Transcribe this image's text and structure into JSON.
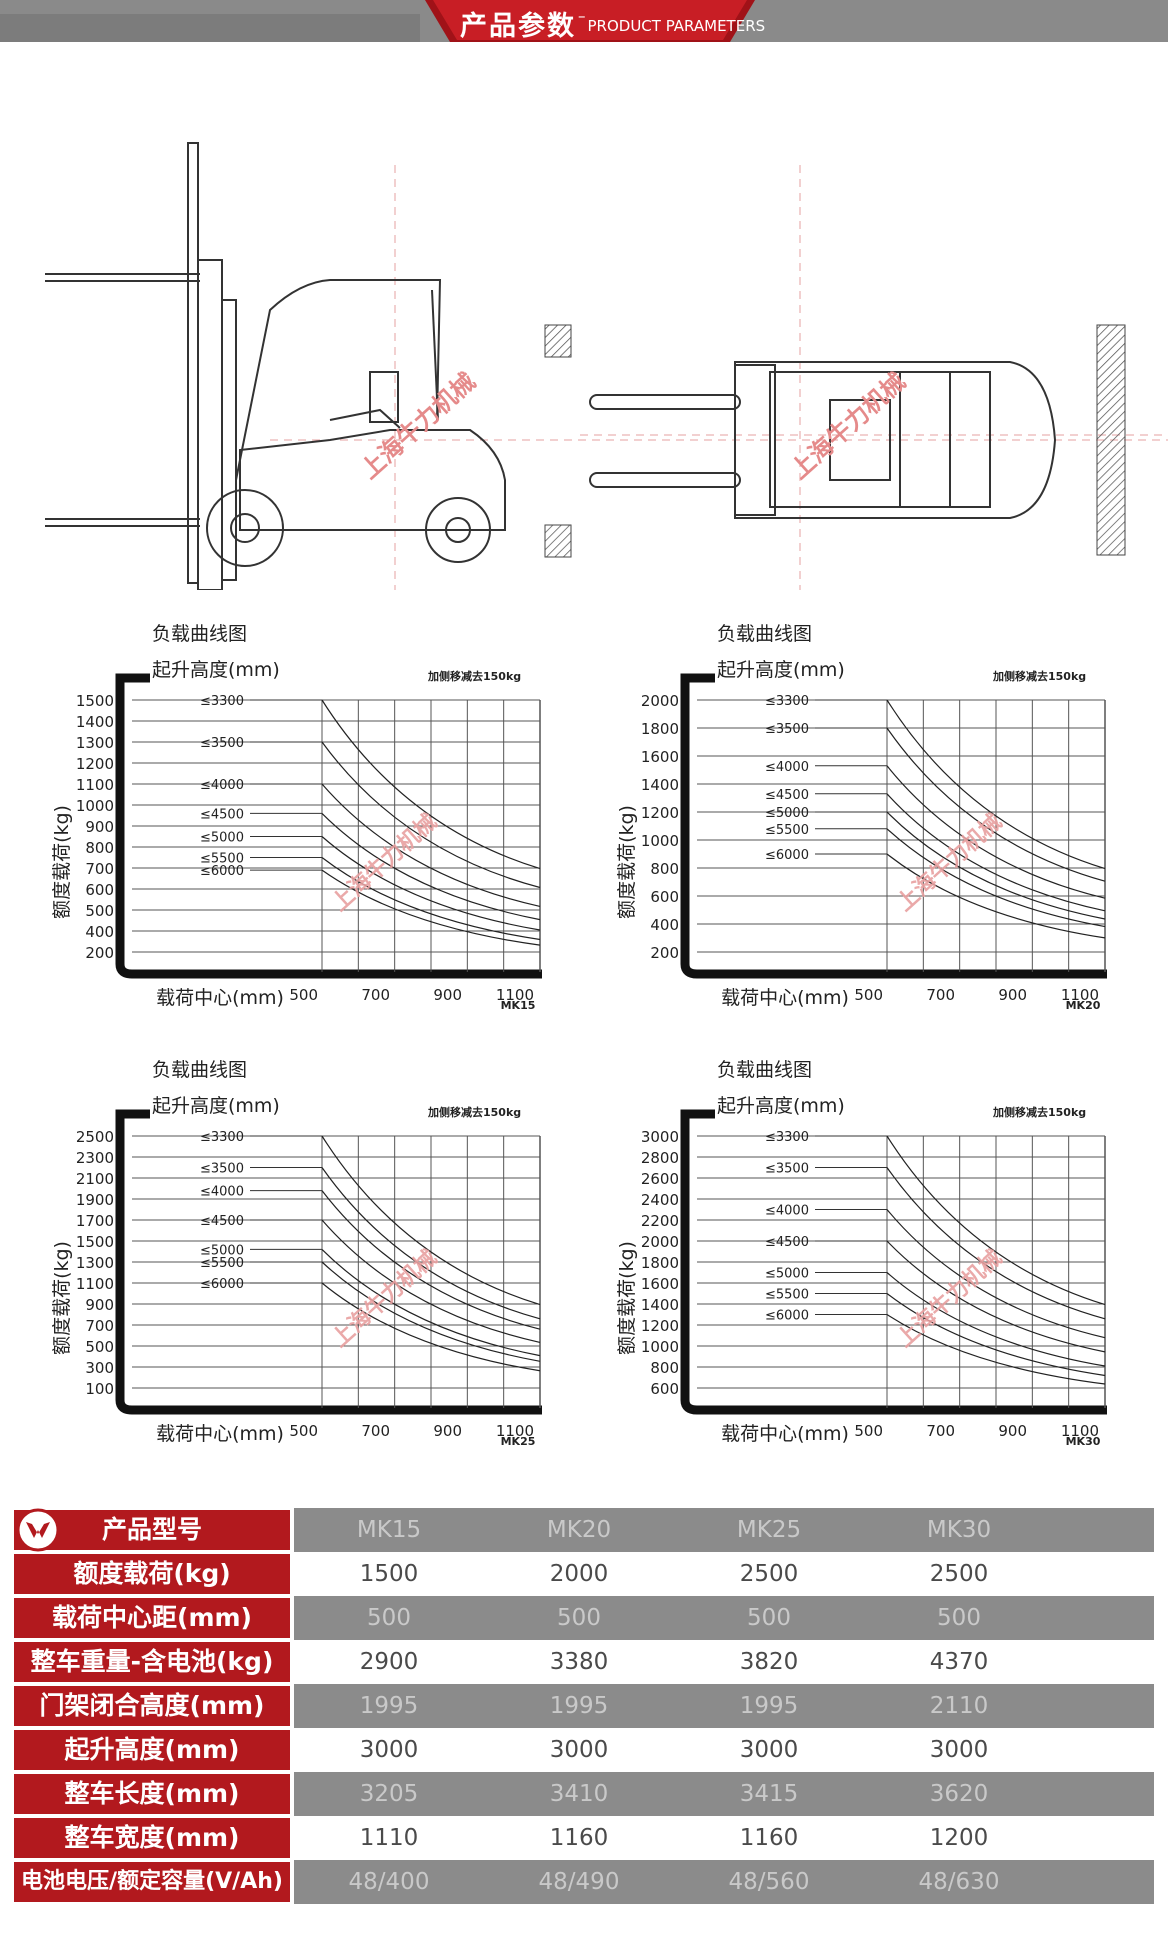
{
  "header": {
    "title": "产品参数",
    "dash": "–",
    "subtitle": "PRODUCT PARAMETERS"
  },
  "figure": {
    "watermark": "上海牛力机械"
  },
  "charts": [
    {
      "id": "MK15",
      "title": "负载曲线图",
      "subtitle": "起升高度(mm)",
      "note": "加侧移减去150kg",
      "ylabel": "额度载荷(kg)",
      "xlabel": "载荷中心(mm)",
      "model": "MK15",
      "yticks": [
        "1500",
        "1400",
        "1300",
        "1200",
        "1100",
        "1000",
        "900",
        "800",
        "700",
        "600",
        "500",
        "400",
        "200"
      ],
      "xticks": [
        "500",
        "700",
        "900",
        "1100"
      ],
      "heights": [
        "≤3300",
        "≤3500",
        "≤4000",
        "≤4500",
        "≤5000",
        "≤5500",
        "≤6000"
      ],
      "height_levels": [
        0,
        2,
        4,
        5.4,
        6.5,
        7.5,
        8.1
      ]
    },
    {
      "id": "MK20",
      "title": "负载曲线图",
      "subtitle": "起升高度(mm)",
      "note": "加侧移减去150kg",
      "ylabel": "额度载荷(kg)",
      "xlabel": "载荷中心(mm)",
      "model": "MK20",
      "yticks": [
        "2000",
        "1800",
        "1600",
        "1400",
        "1200",
        "1000",
        "800",
        "600",
        "400",
        "200"
      ],
      "xticks": [
        "500",
        "700",
        "900",
        "1100"
      ],
      "heights": [
        "≤3300",
        "≤3500",
        "≤4000",
        "≤4500",
        "≤5000",
        "≤5500",
        "≤6000"
      ],
      "height_levels": [
        0,
        1,
        2.35,
        3.35,
        4.0,
        4.6,
        5.5
      ]
    },
    {
      "id": "MK25",
      "title": "负载曲线图",
      "subtitle": "起升高度(mm)",
      "note": "加侧移减去150kg",
      "ylabel": "额度载荷(kg)",
      "xlabel": "载荷中心(mm)",
      "model": "MK25",
      "yticks": [
        "2500",
        "2300",
        "2100",
        "1900",
        "1700",
        "1500",
        "1300",
        "1100",
        "900",
        "700",
        "500",
        "300",
        "100"
      ],
      "xticks": [
        "500",
        "700",
        "900",
        "1100"
      ],
      "heights": [
        "≤3300",
        "≤3500",
        "≤4000",
        "≤4500",
        "≤5000",
        "≤5500",
        "≤6000"
      ],
      "height_levels": [
        0,
        1.5,
        2.6,
        4.0,
        5.4,
        6.0,
        7.0
      ]
    },
    {
      "id": "MK30",
      "title": "负载曲线图",
      "subtitle": "起升高度(mm)",
      "note": "加侧移减去150kg",
      "ylabel": "额度载荷(kg)",
      "xlabel": "载荷中心(mm)",
      "model": "MK30",
      "yticks": [
        "3000",
        "2800",
        "2600",
        "2400",
        "2200",
        "2000",
        "1800",
        "1600",
        "1400",
        "1200",
        "1000",
        "800",
        "600"
      ],
      "xticks": [
        "500",
        "700",
        "900",
        "1100"
      ],
      "heights": [
        "≤3300",
        "≤3500",
        "≤4000",
        "≤4500",
        "≤5000",
        "≤5500",
        "≤6000"
      ],
      "height_levels": [
        0,
        1.5,
        3.5,
        5.0,
        6.5,
        7.5,
        8.5
      ]
    }
  ],
  "spec_table": {
    "rows": [
      {
        "label": "产品型号",
        "values": [
          "MK15",
          "MK20",
          "MK25",
          "MK30"
        ]
      },
      {
        "label": "额度载荷(kg)",
        "values": [
          "1500",
          "2000",
          "2500",
          "2500"
        ]
      },
      {
        "label": "载荷中心距(mm)",
        "values": [
          "500",
          "500",
          "500",
          "500"
        ]
      },
      {
        "label": "整车重量-含电池(kg)",
        "values": [
          "2900",
          "3380",
          "3820",
          "4370"
        ]
      },
      {
        "label": "门架闭合高度(mm)",
        "values": [
          "1995",
          "1995",
          "1995",
          "2110"
        ]
      },
      {
        "label": "起升高度(mm)",
        "values": [
          "3000",
          "3000",
          "3000",
          "3000"
        ]
      },
      {
        "label": "整车长度(mm)",
        "values": [
          "3205",
          "3410",
          "3415",
          "3620"
        ]
      },
      {
        "label": "整车宽度(mm)",
        "values": [
          "1110",
          "1160",
          "1160",
          "1200"
        ]
      },
      {
        "label": "电池电压/额定容量(V/Ah)",
        "values": [
          "48/400",
          "48/490",
          "48/560",
          "48/630"
        ]
      }
    ]
  },
  "colors": {
    "brand_red": "#b2191e",
    "row_grey": "#8b8b8b",
    "header_grey": "#8a8a8a"
  }
}
